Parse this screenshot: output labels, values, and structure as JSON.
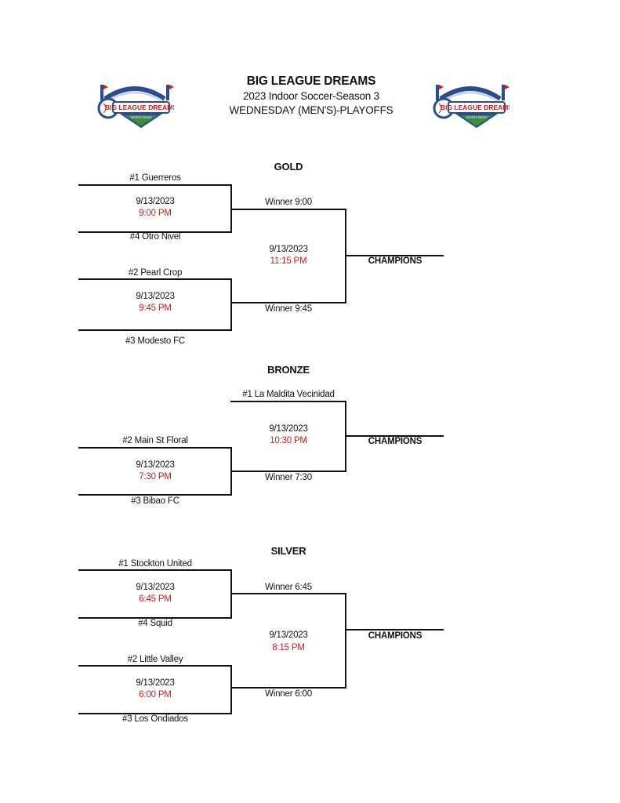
{
  "header": {
    "title": "BIG LEAGUE DREAMS",
    "subtitle": "2023 Indoor Soccer-Season 3",
    "subtitle2": "WEDNESDAY (MEN'S)-PLAYOFFS",
    "logo_text": "BIG LEAGUE DREAMS",
    "logo_subtext": "SPORTS PARKS",
    "colors": {
      "red": "#d01c1c",
      "blue": "#2a4d8f",
      "green": "#3c8c3c"
    }
  },
  "gold": {
    "title": "GOLD",
    "team1": "#1 Guerreros",
    "team4": "#4 Otro Nivel",
    "team2": "#2 Pearl Crop",
    "team3": "#3 Modesto FC",
    "game1_date": "9/13/2023",
    "game1_time": "9:00 PM",
    "game2_date": "9/13/2023",
    "game2_time": "9:45 PM",
    "final_date": "9/13/2023",
    "final_time": "11:15 PM",
    "winner1": "Winner 9:00",
    "winner2": "Winner 9:45",
    "champions": "CHAMPIONS"
  },
  "bronze": {
    "title": "BRONZE",
    "team1": "#1 La Maldita Vecinidad",
    "team2": "#2 Main St Floral",
    "team3": "#3 Bibao FC",
    "game1_date": "9/13/2023",
    "game1_time": "7:30 PM",
    "final_date": "9/13/2023",
    "final_time": "10:30 PM",
    "winner1": "Winner 7:30",
    "champions": "CHAMPIONS"
  },
  "silver": {
    "title": "SILVER",
    "team1": "#1 Stockton United",
    "team4": "#4 Squid",
    "team2": "#2 Little Valley",
    "team3": "#3 Los Ondiados",
    "game1_date": "9/13/2023",
    "game1_time": "6:45 PM",
    "game2_date": "9/13/2023",
    "game2_time": "6:00 PM",
    "final_date": "9/13/2023",
    "final_time": "8:15 PM",
    "winner1": "Winner 6:45",
    "winner2": "Winner 6:00",
    "champions": "CHAMPIONS"
  }
}
